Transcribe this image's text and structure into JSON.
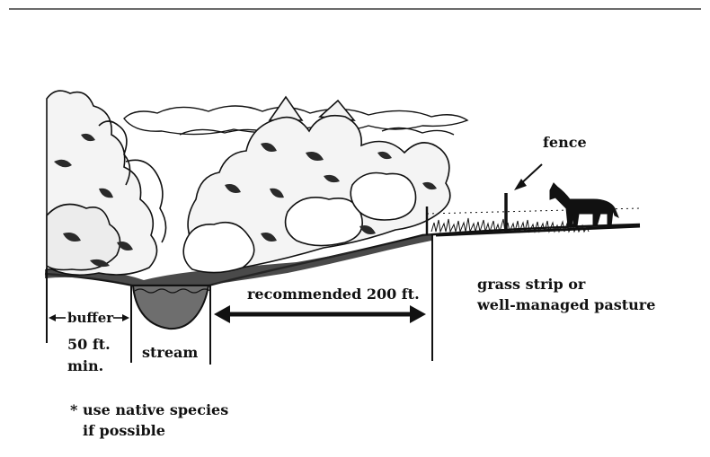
{
  "labels": {
    "fence": "fence",
    "buffer": "buffer",
    "buffer_min_line1": "50 ft.",
    "buffer_min_line2": "min.",
    "stream": "stream",
    "recommended": "recommended 200 ft.",
    "grass_line1": "grass strip or",
    "grass_line2": "well-managed pasture",
    "note_line1": "* use native species",
    "note_line2": "if possible"
  },
  "colors": {
    "ink": "#111111",
    "foliage": "#f4f4f4",
    "shade": "#2a2a2a",
    "water": "#6e6e6e",
    "background": "#ffffff"
  },
  "icons": {
    "animal": "horse-icon"
  }
}
